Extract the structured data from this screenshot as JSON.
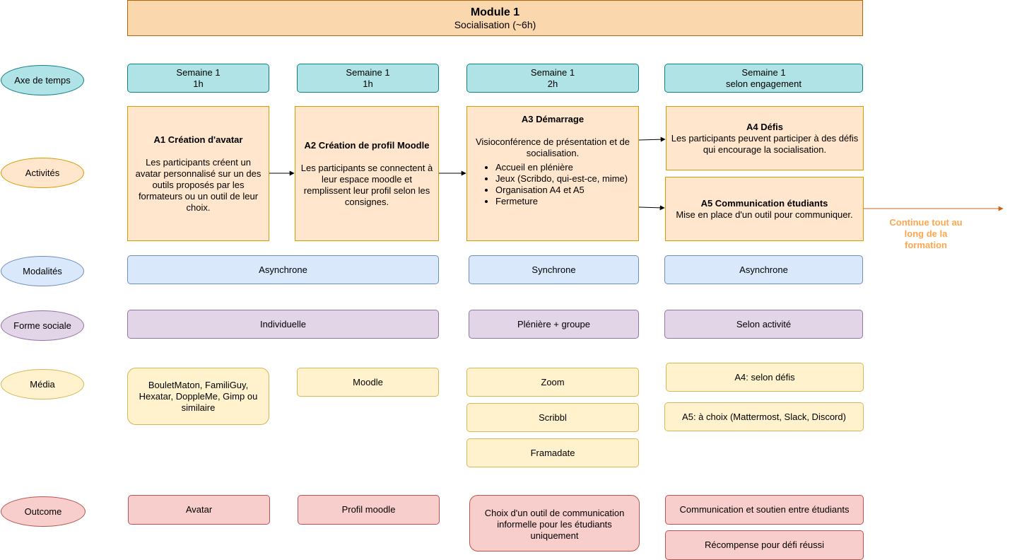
{
  "module": {
    "title": "Module 1",
    "subtitle": "Socialisation (~6h)"
  },
  "rows": {
    "axe": "Axe de temps",
    "activites": "Activités",
    "modalites": "Modalités",
    "forme": "Forme sociale",
    "media": "Média",
    "outcome": "Outcome"
  },
  "time": [
    {
      "week": "Semaine 1",
      "dur": "1h"
    },
    {
      "week": "Semaine 1",
      "dur": "1h"
    },
    {
      "week": "Semaine 1",
      "dur": "2h"
    },
    {
      "week": "Semaine 1",
      "dur": "selon engagement"
    }
  ],
  "activities": {
    "a1": {
      "title": "A1 Création d'avatar",
      "text": "Les participants créent un avatar personnalisé sur un des outils proposés par les formateurs ou un outil de leur choix."
    },
    "a2": {
      "title": "A2 Création de profil Moodle",
      "text": "Les participants se connectent à leur espace moodle et remplissent leur profil selon les consignes."
    },
    "a3": {
      "title": "A3 Démarrage",
      "text": "Visioconférence de présentation et de socialisation.",
      "bullets": [
        "Accueil en plénière",
        "Jeux (Scribdo, qui-est-ce, mime)",
        "Organisation A4 et A5",
        "Fermeture"
      ]
    },
    "a4": {
      "title": "A4 Défis",
      "text": "Les participants peuvent participer à des défis qui encourage la socialisation."
    },
    "a5": {
      "title": "A5 Communication étudiants",
      "text": "Mise en place d'un outil pour communiquer."
    }
  },
  "continue_note": "Continue tout au long de la formation",
  "modalites": [
    "Asynchrone",
    "Synchrone",
    "Asynchrone"
  ],
  "forme": [
    "Individuelle",
    "Plénière + groupe",
    "Selon activité"
  ],
  "media": {
    "a1": "BouletMaton, FamiliGuy, Hexatar, DoppleMe, Gimp ou similaire",
    "a2": "Moodle",
    "a3": [
      "Zoom",
      "Scribbl",
      "Framadate"
    ],
    "a4": "A4: selon défis",
    "a5": "A5: à choix (Mattermost, Slack, Discord)"
  },
  "outcome": {
    "a1": "Avatar",
    "a2": "Profil moodle",
    "a3": "Choix d'un outil de communication informelle pour les étudiants uniquement",
    "a4a5": [
      "Communication et soutien entre étudiants",
      "Récompense pour défi réussi"
    ]
  },
  "colors": {
    "arrow": "#000000",
    "continue_arrow": "#c8661a",
    "continue_text": "#ffa64d"
  }
}
